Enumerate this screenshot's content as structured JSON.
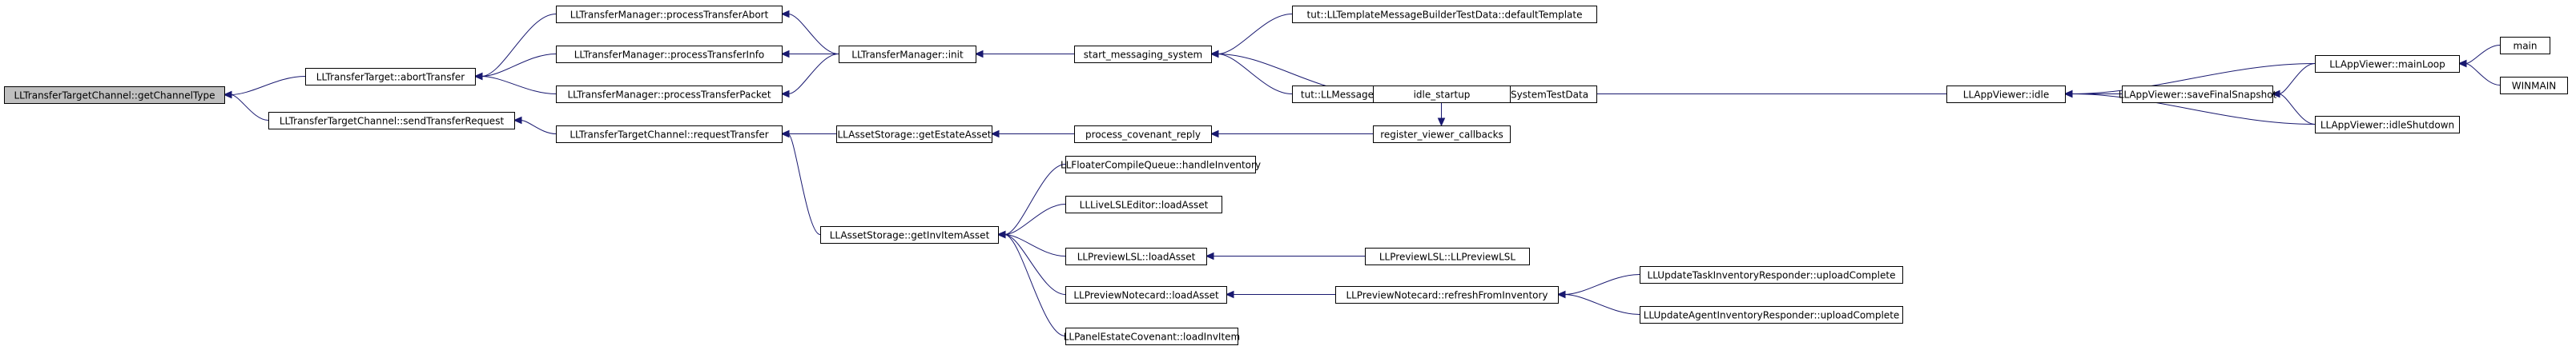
{
  "diagram": {
    "type": "caller-graph",
    "colors": {
      "edge": "#191970",
      "node_border": "#000000",
      "node_fill": "#ffffff",
      "focus_fill": "#bfbfbf"
    },
    "nodes": [
      {
        "id": "n0",
        "label": "LLTransferTargetChannel::getChannelType",
        "focus": true
      },
      {
        "id": "n1",
        "label": "LLTransferTarget::abortTransfer"
      },
      {
        "id": "n2",
        "label": "LLTransferTargetChannel::sendTransferRequest"
      },
      {
        "id": "n3",
        "label": "LLTransferManager::processTransferAbort"
      },
      {
        "id": "n4",
        "label": "LLTransferManager::processTransferInfo"
      },
      {
        "id": "n5",
        "label": "LLTransferManager::processTransferPacket"
      },
      {
        "id": "n6",
        "label": "LLTransferTargetChannel::requestTransfer"
      },
      {
        "id": "n7",
        "label": "LLTransferManager::init"
      },
      {
        "id": "n8",
        "label": "start_messaging_system"
      },
      {
        "id": "n9",
        "label": "tut::LLTemplateMessageBuilderTestData::defaultTemplate"
      },
      {
        "id": "n10",
        "label": "tut::LLMessageSystemTestData::LLMessageSystemTestData"
      },
      {
        "id": "n11",
        "label": "idle_startup"
      },
      {
        "id": "n12",
        "label": "LLAppViewer::idle"
      },
      {
        "id": "n13",
        "label": "LLAppViewer::mainLoop"
      },
      {
        "id": "n14",
        "label": "main"
      },
      {
        "id": "n15",
        "label": "WINMAIN"
      },
      {
        "id": "n16",
        "label": "LLAppViewer::saveFinalSnapshot"
      },
      {
        "id": "n17",
        "label": "LLAppViewer::idleShutdown"
      },
      {
        "id": "n18",
        "label": "LLAssetStorage::getEstateAsset"
      },
      {
        "id": "n19",
        "label": "process_covenant_reply"
      },
      {
        "id": "n20",
        "label": "register_viewer_callbacks"
      },
      {
        "id": "n21",
        "label": "LLAssetStorage::getInvItemAsset"
      },
      {
        "id": "n22",
        "label": "LLFloaterCompileQueue::handleInventory"
      },
      {
        "id": "n23",
        "label": "LLLiveLSLEditor::loadAsset"
      },
      {
        "id": "n24",
        "label": "LLPreviewLSL::loadAsset"
      },
      {
        "id": "n25",
        "label": "LLPreviewLSL::LLPreviewLSL"
      },
      {
        "id": "n26",
        "label": "LLPreviewNotecard::loadAsset"
      },
      {
        "id": "n27",
        "label": "LLPreviewNotecard::refreshFromInventory"
      },
      {
        "id": "n28",
        "label": "LLUpdateTaskInventoryResponder::uploadComplete"
      },
      {
        "id": "n29",
        "label": "LLUpdateAgentInventoryResponder::uploadComplete"
      },
      {
        "id": "n30",
        "label": "LLPanelEstateCovenant::loadInvItem"
      }
    ],
    "edges": [
      {
        "from": "n1",
        "to": "n0"
      },
      {
        "from": "n2",
        "to": "n0"
      },
      {
        "from": "n3",
        "to": "n1"
      },
      {
        "from": "n4",
        "to": "n1"
      },
      {
        "from": "n5",
        "to": "n1"
      },
      {
        "from": "n6",
        "to": "n2"
      },
      {
        "from": "n7",
        "to": "n3"
      },
      {
        "from": "n7",
        "to": "n4"
      },
      {
        "from": "n7",
        "to": "n5"
      },
      {
        "from": "n8",
        "to": "n7"
      },
      {
        "from": "n9",
        "to": "n8"
      },
      {
        "from": "n10",
        "to": "n8"
      },
      {
        "from": "n11",
        "to": "n8"
      },
      {
        "from": "n12",
        "to": "n11"
      },
      {
        "from": "n13",
        "to": "n12"
      },
      {
        "from": "n14",
        "to": "n13"
      },
      {
        "from": "n15",
        "to": "n13"
      },
      {
        "from": "n16",
        "to": "n12"
      },
      {
        "from": "n17",
        "to": "n12"
      },
      {
        "from": "n13",
        "to": "n16"
      },
      {
        "from": "n17",
        "to": "n16"
      },
      {
        "from": "n18",
        "to": "n6"
      },
      {
        "from": "n21",
        "to": "n6"
      },
      {
        "from": "n19",
        "to": "n18"
      },
      {
        "from": "n20",
        "to": "n19"
      },
      {
        "from": "n11",
        "to": "n20"
      },
      {
        "from": "n22",
        "to": "n21"
      },
      {
        "from": "n23",
        "to": "n21"
      },
      {
        "from": "n24",
        "to": "n21"
      },
      {
        "from": "n26",
        "to": "n21"
      },
      {
        "from": "n30",
        "to": "n21"
      },
      {
        "from": "n25",
        "to": "n24"
      },
      {
        "from": "n27",
        "to": "n26"
      },
      {
        "from": "n28",
        "to": "n27"
      },
      {
        "from": "n29",
        "to": "n27"
      }
    ]
  }
}
